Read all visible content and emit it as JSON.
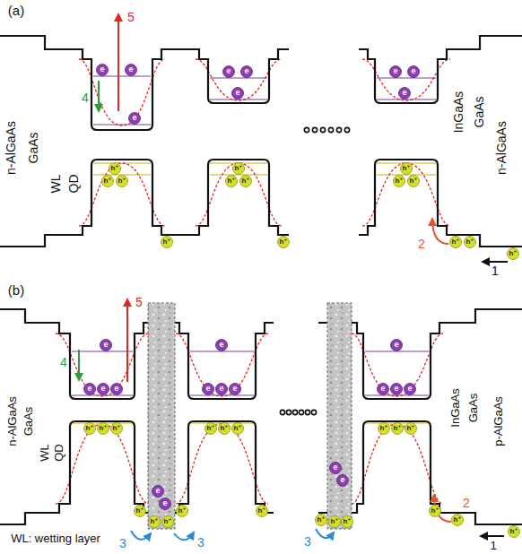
{
  "diagram": {
    "labels": [
      "(a)",
      "n-AlGaAs",
      "GaAs",
      "WL",
      "QD",
      "5",
      "4",
      "InGaAs",
      "GaAs",
      "n-AlGaAs",
      "2",
      "1",
      "(b)",
      "n-AlGaAs",
      "GaAs",
      "WL",
      "QD",
      "5",
      "4",
      "InGaAs",
      "GaAs",
      "p-AlGaAs",
      "2",
      "1",
      "3",
      "3",
      "3",
      "WL: wetting layer",
      "e",
      "e",
      "e",
      "e",
      "e",
      "e",
      "e",
      "e",
      "e",
      "h⁺",
      "h⁺",
      "h⁺",
      "h⁺",
      "h⁺",
      "h⁺",
      "h⁺",
      "h⁺",
      "h⁺",
      "h⁺",
      "h⁺",
      "h⁺",
      "h⁺",
      "h⁺",
      "e",
      "e",
      "e",
      "e",
      "e",
      "e",
      "e",
      "e",
      "e",
      "e",
      "e",
      "e",
      "e",
      "e",
      "e",
      "e",
      "h⁺",
      "h⁺",
      "h⁺",
      "h⁺",
      "h⁺",
      "h⁺",
      "h⁺",
      "h⁺",
      "h⁺",
      "h⁺",
      "h⁺",
      "h⁺",
      "h⁺",
      "h⁺",
      "h⁺",
      "h⁺",
      "h⁺",
      "h⁺",
      "h⁺",
      "h⁺"
    ]
  }
}
